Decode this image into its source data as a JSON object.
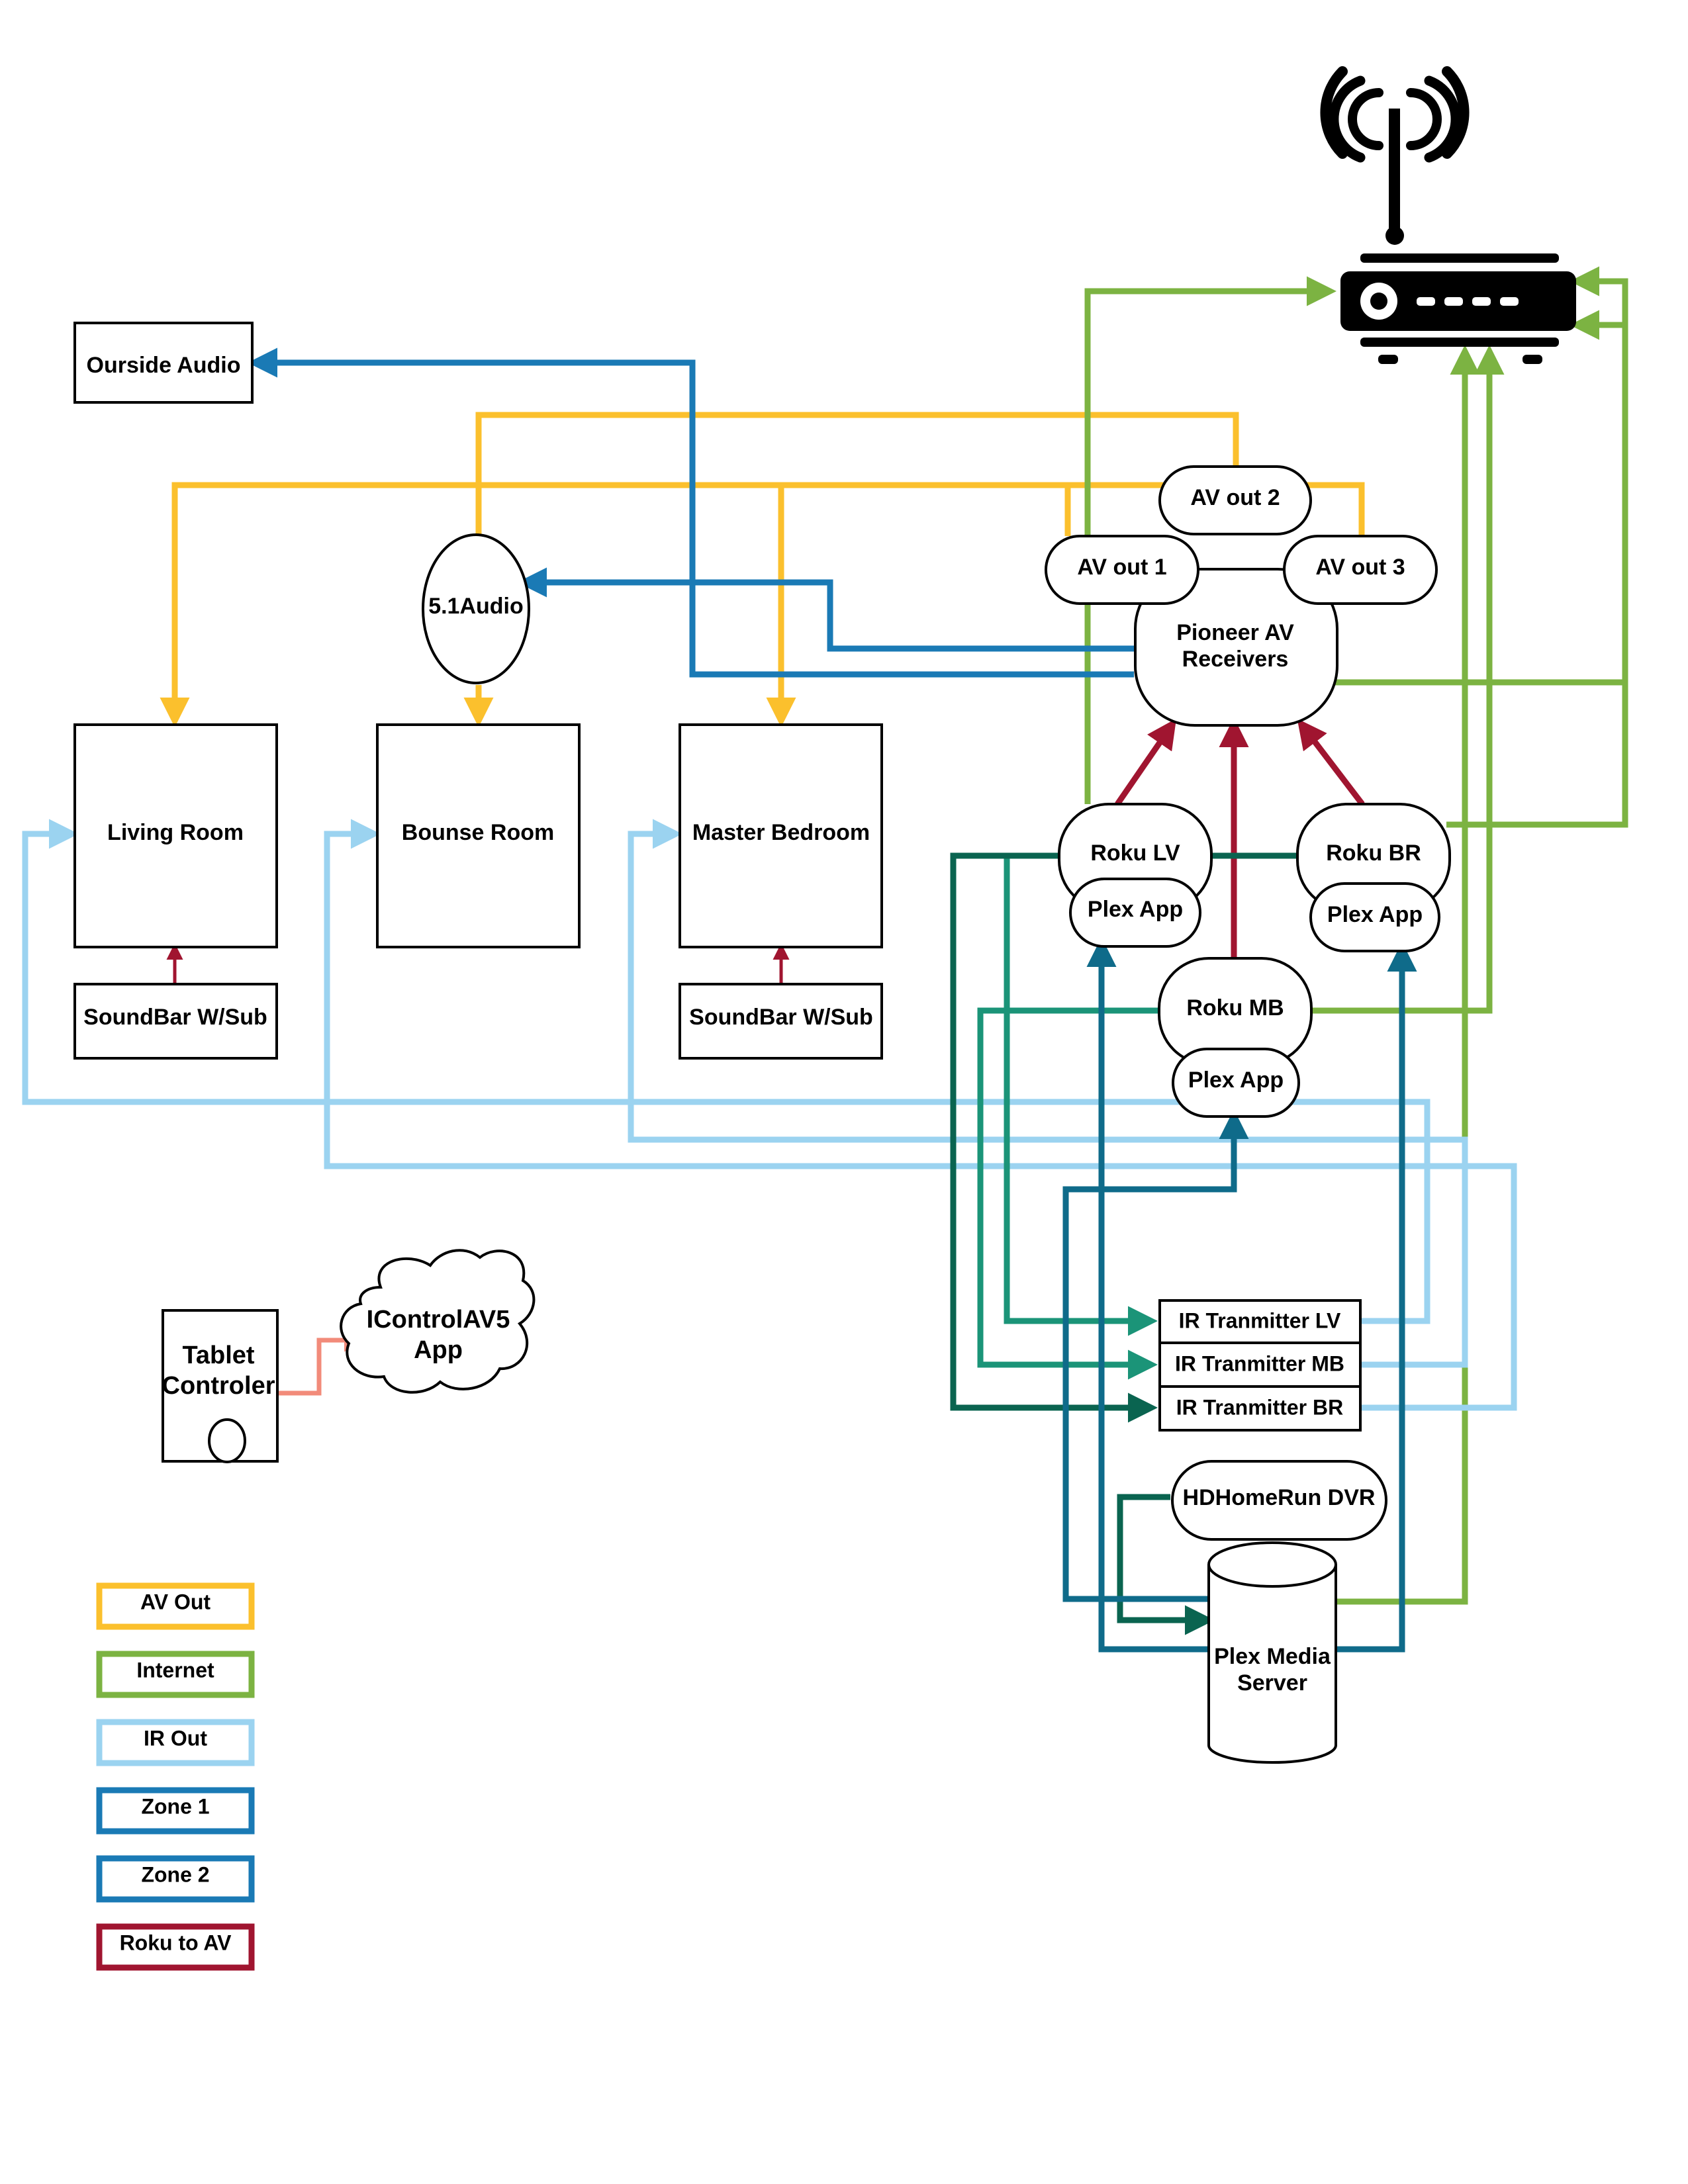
{
  "nodes": {
    "outside_audio": "Ourside Audio",
    "living_room": "Living Room",
    "bounse_room": "Bounse Room",
    "master_bedroom": "Master Bedroom",
    "soundbar_lr": "SoundBar W/Sub",
    "soundbar_mb": "SoundBar W/Sub",
    "audio_51": "5.1Audio",
    "av_out_1": "AV out 1",
    "av_out_2": "AV out 2",
    "av_out_3": "AV out 3",
    "pioneer_line1": "Pioneer AV",
    "pioneer_line2": "Receivers",
    "roku_lv": "Roku LV",
    "roku_br": "Roku BR",
    "roku_mb": "Roku MB",
    "plex_app_lv": "Plex App",
    "plex_app_br": "Plex App",
    "plex_app_mb": "Plex App",
    "ir_lv": "IR Tranmitter LV",
    "ir_mb": "IR Tranmitter MB",
    "ir_br": "IR Tranmitter BR",
    "hdhomerun": "HDHomeRun DVR",
    "plex_server_line1": "Plex Media",
    "plex_server_line2": "Server",
    "tablet_line1": "Tablet",
    "tablet_line2": "Controler",
    "icontrol_line1": "IControlAV5",
    "icontrol_line2": "App",
    "router": "wifi-router-icon"
  },
  "legend": [
    {
      "label": "AV Out",
      "color": "#FBC02D"
    },
    {
      "label": "Internet",
      "color": "#7CB342"
    },
    {
      "label": "IR Out",
      "color": "#9BD3F0"
    },
    {
      "label": "Zone 1",
      "color": "#1A7AB5"
    },
    {
      "label": "Zone 2",
      "color": "#1A7AB5"
    },
    {
      "label": "Roku to AV",
      "color": "#A01530"
    }
  ],
  "colors": {
    "av_out": "#FBC02D",
    "internet": "#7CB342",
    "ir_out": "#9BD3F0",
    "zone": "#1A7AB5",
    "roku_to_av": "#A01530",
    "roku_ir": "#1B9478",
    "roku_ir_dark": "#0A6450",
    "plex_stream": "#0F6B8A",
    "tablet_link": "#F28B7A"
  }
}
